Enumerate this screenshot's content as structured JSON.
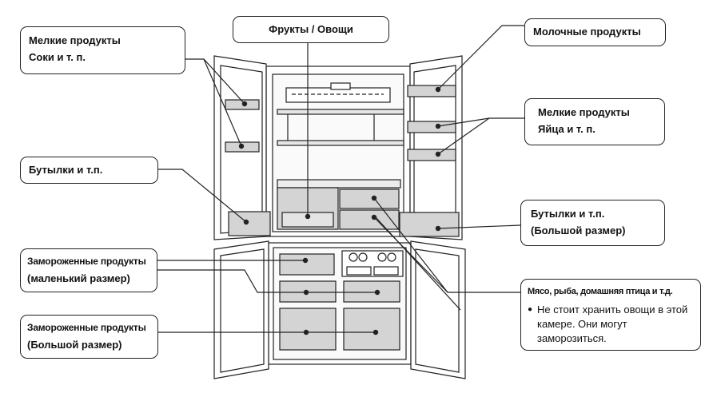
{
  "labels": {
    "small_juice": {
      "line1": "Мелкие продукты",
      "line2": "Соки и т. п."
    },
    "fruits": {
      "line1": "Фрукты / Овощи"
    },
    "dairy": {
      "line1": "Молочные продукты"
    },
    "small_eggs": {
      "line1": "Мелкие продукты",
      "line2": "Яйца и т. п."
    },
    "bottles_left": {
      "line1": "Бутылки и т.п."
    },
    "bottles_right": {
      "line1": "Бутылки и т.п.",
      "line2": "(Большой размер)"
    },
    "frozen_small": {
      "line1": "Замороженные продукты",
      "line2": "(маленький размер)"
    },
    "frozen_large": {
      "line1": "Замороженные продукты",
      "line2": "(Большой размер)"
    },
    "meat": {
      "title": "Мясо, рыба, домашняя птица и т.д.",
      "bullet": "●",
      "note": "Не стоит хранить овощи в этой камере. Они могут заморозиться."
    }
  },
  "colors": {
    "outline": "#222222",
    "shade": "#d4d4d4",
    "shade_dark": "#bdbdbd",
    "background": "#ffffff"
  }
}
